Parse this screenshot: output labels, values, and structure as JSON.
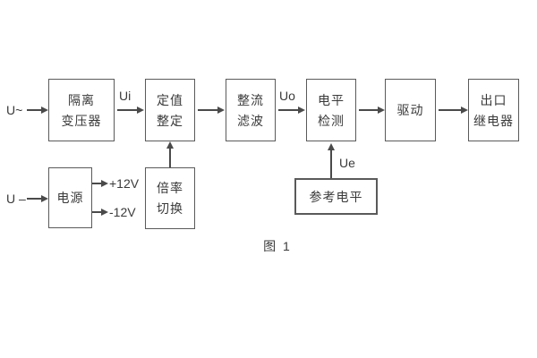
{
  "diagram": {
    "caption": "图 1",
    "colors": {
      "background": "#ffffff",
      "line": "#4a4a4a",
      "text": "#3a3a3a"
    },
    "inputs": {
      "ac_label": "U~",
      "dc_label": "U –"
    },
    "signals": {
      "ui": "Ui",
      "uo": "Uo",
      "ue": "Ue"
    },
    "rails": {
      "positive": "+12V",
      "negative": "-12V"
    },
    "blocks": {
      "transformer": {
        "line1": "隔离",
        "line2": "变压器"
      },
      "setting": {
        "line1": "定值",
        "line2": "整定"
      },
      "rectifier": {
        "line1": "整流",
        "line2": "滤波"
      },
      "level": {
        "line1": "电平",
        "line2": "检测"
      },
      "drive": {
        "label": "驱动"
      },
      "relay": {
        "line1": "出口",
        "line2": "继电器"
      },
      "power": {
        "label": "电源"
      },
      "ratio": {
        "line1": "倍率",
        "line2": "切换"
      },
      "reference": {
        "label": "参考电平"
      }
    }
  }
}
